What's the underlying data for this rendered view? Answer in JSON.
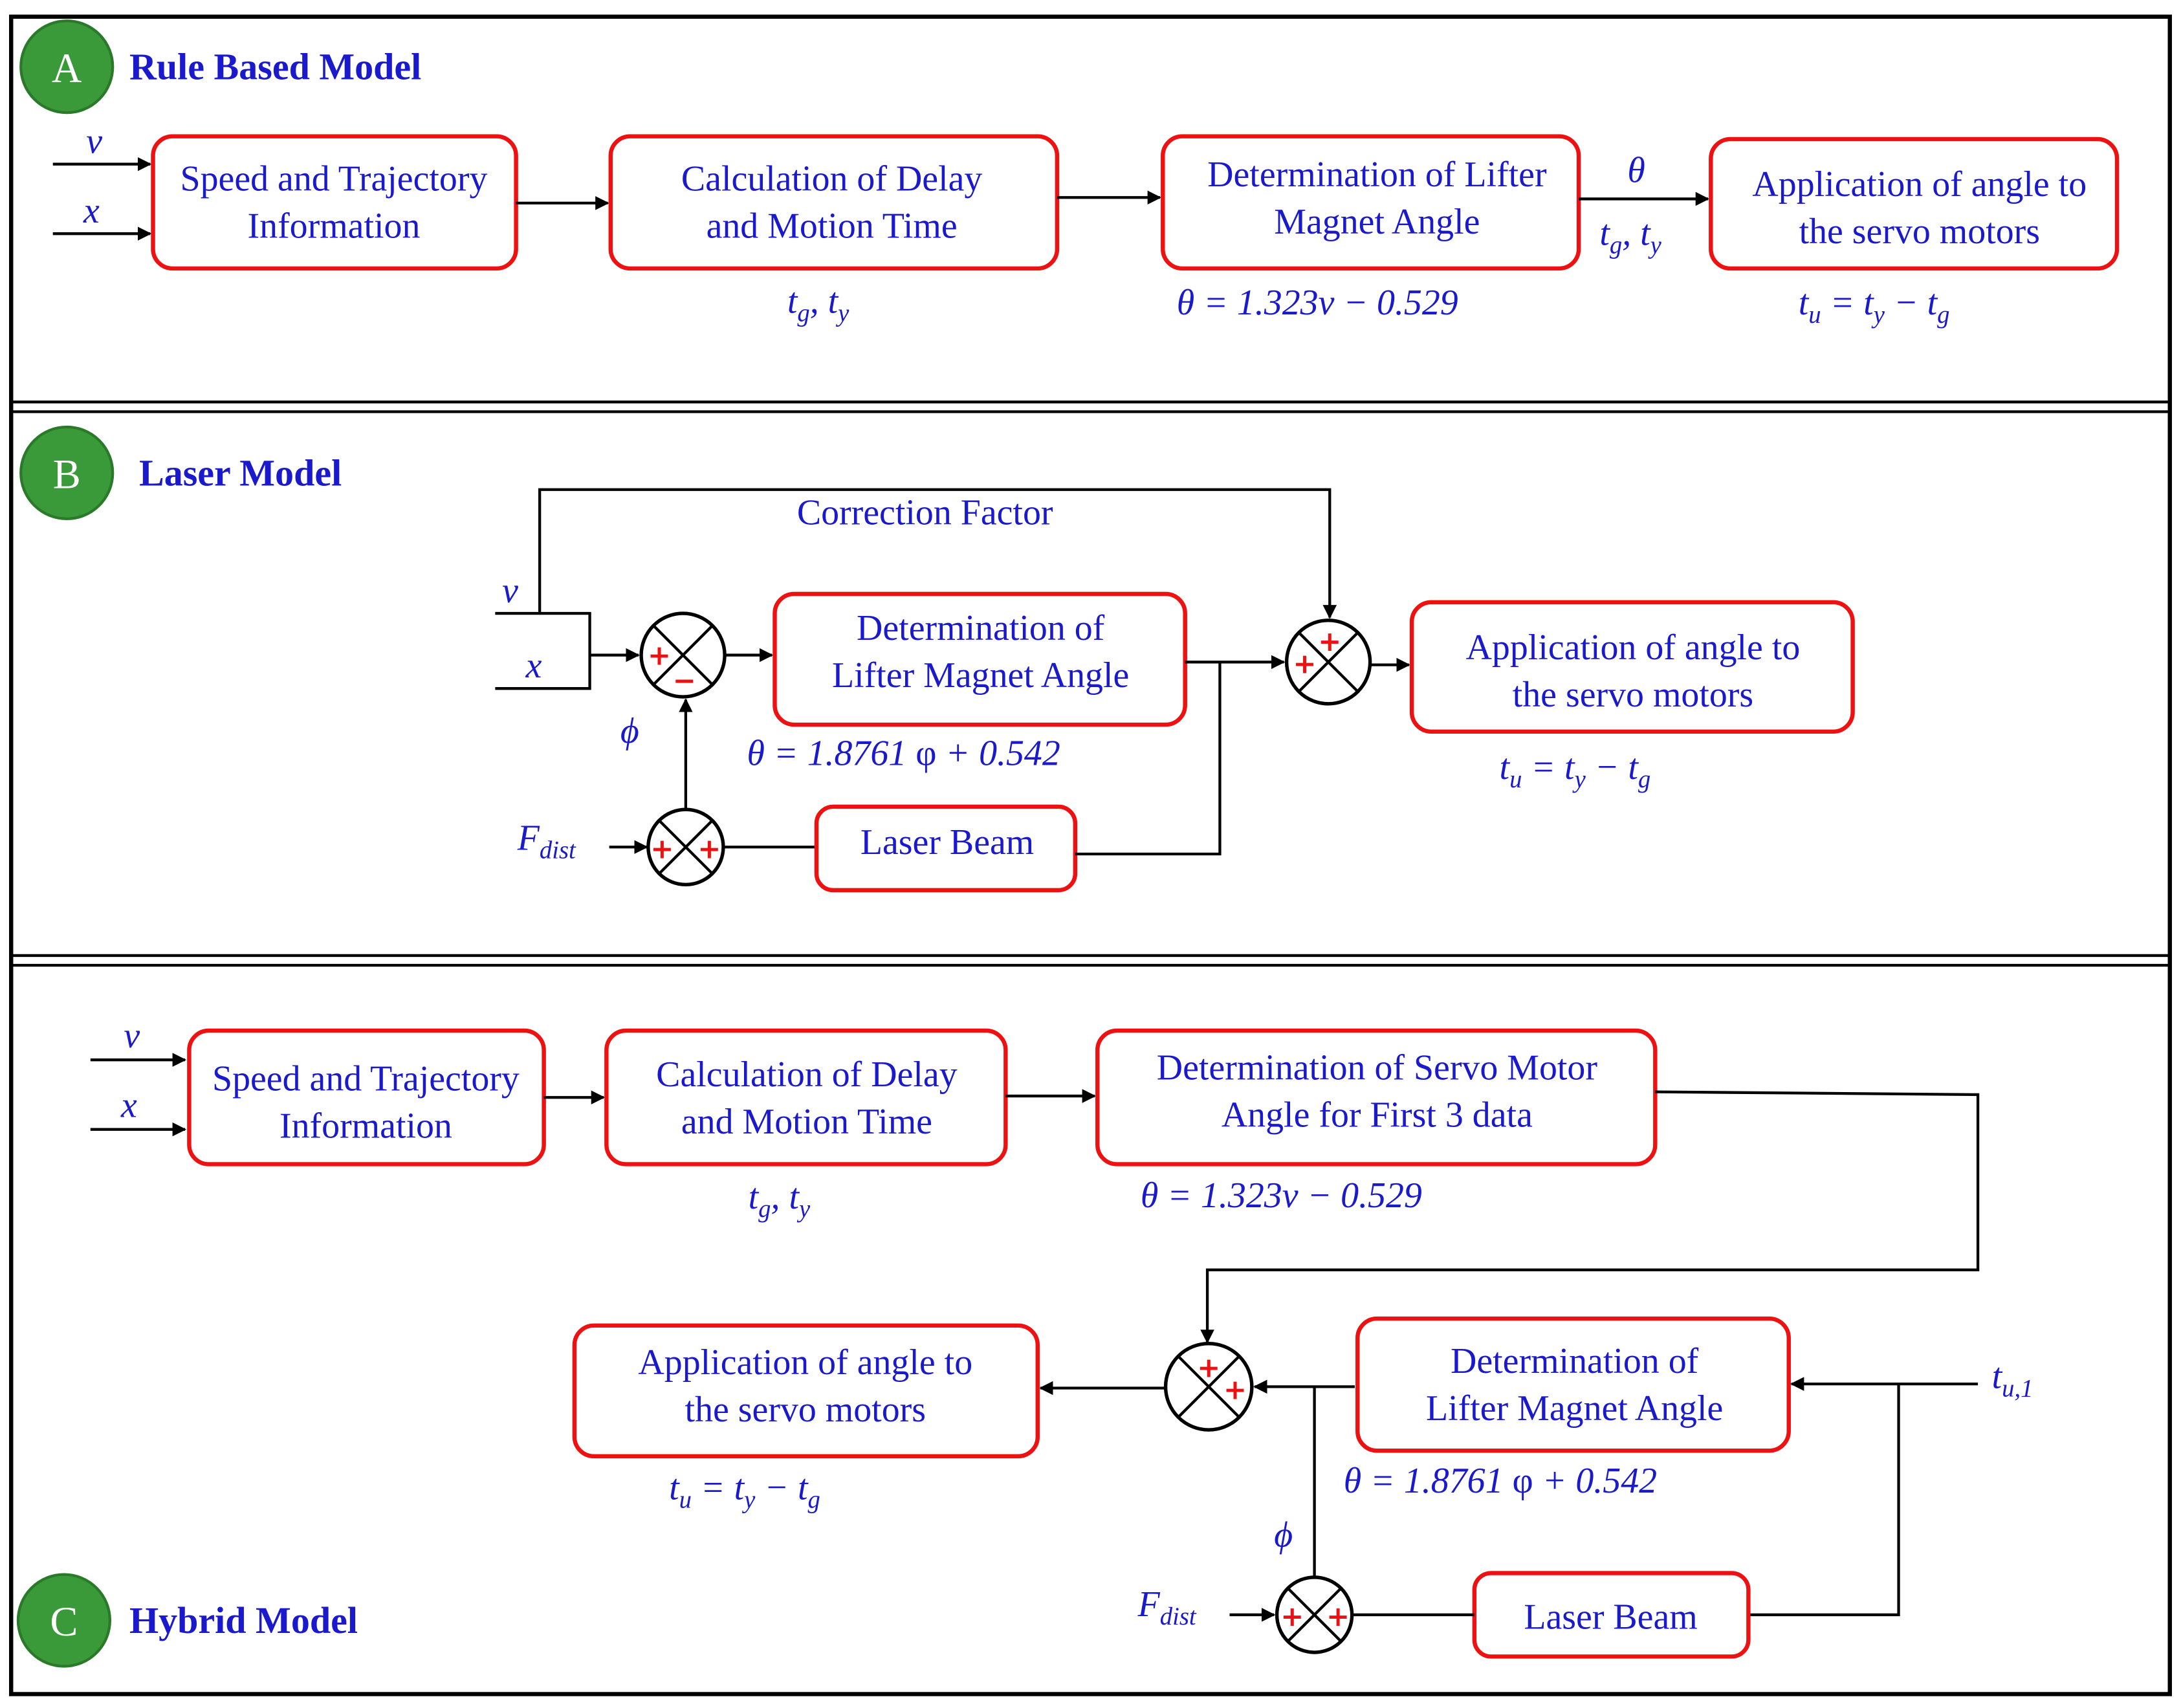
{
  "colors": {
    "box_border": "#ee1111",
    "text": "#1a1acc",
    "badge": "#3a9a3a"
  },
  "panel_a": {
    "badge": "A",
    "title": "Rule Based Model",
    "inputs": [
      "v",
      "x"
    ],
    "boxes": [
      [
        "Speed and Trajectory",
        "Information"
      ],
      [
        "Calculation of Delay",
        "and Motion Time"
      ],
      [
        "Determination of Lifter",
        "Magnet Angle"
      ],
      [
        "Application of angle to",
        "the servo motors"
      ]
    ],
    "theta_label": "θ",
    "times": {
      "t": "t",
      "g": "g",
      "sep": ", ",
      "y": "y"
    },
    "eq_theta": "θ = 1.323v − 0.529",
    "eq_tu": {
      "t": "t",
      "u": "u",
      "mid": " = t",
      "y": "y",
      "minus": " − t",
      "g": "g"
    }
  },
  "panel_b": {
    "badge": "B",
    "title": "Laser Model",
    "correction": "Correction Factor",
    "inputs": [
      "v",
      "x"
    ],
    "phi": "ϕ",
    "fdist": {
      "f": "F",
      "sub": "dist"
    },
    "boxes": [
      [
        "Determination of",
        "Lifter Magnet Angle"
      ],
      [
        "Application of angle to",
        "the servo motors"
      ],
      [
        "Laser Beam"
      ]
    ],
    "eq_theta": {
      "lhs": "θ = 1.8761 ",
      "phi": "φ",
      "rhs": " + 0.542"
    },
    "signs": {
      "plus": "+",
      "minus": "−"
    }
  },
  "panel_c": {
    "badge": "C",
    "title": "Hybrid Model",
    "inputs": [
      "v",
      "x"
    ],
    "boxes": [
      [
        "Speed and Trajectory",
        "Information"
      ],
      [
        "Calculation of Delay",
        "and Motion Time"
      ],
      [
        "Determination of Servo Motor",
        "Angle for First 3 data"
      ],
      [
        "Application of angle to",
        "the servo motors"
      ],
      [
        "Determination of",
        "Lifter Magnet Angle"
      ],
      [
        "Laser Beam"
      ]
    ],
    "eq_theta1": "θ = 1.323v − 0.529",
    "eq_theta2": {
      "lhs": "θ = 1.8761 ",
      "phi": "φ",
      "rhs": " + 0.542"
    },
    "tu1": {
      "t": "t",
      "sub": "u,1"
    },
    "phi": "ϕ",
    "fdist": {
      "f": "F",
      "sub": "dist"
    }
  }
}
